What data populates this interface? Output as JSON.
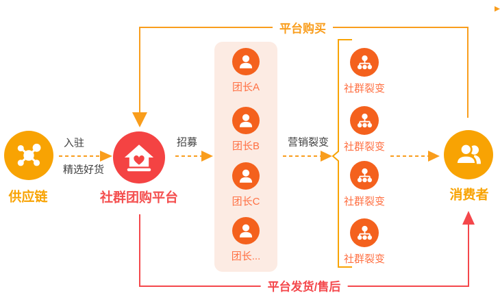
{
  "colors": {
    "amber": "#f8a303",
    "arrow_orange": "#f99d1c",
    "red_circle": "#f44343",
    "red_text": "#f44e4e",
    "line_red": "#f4474b",
    "deep_orange": "#f4611d",
    "light_orange": "#ff7043",
    "panel_bg": "#fcebe3",
    "dark_text": "#404040"
  },
  "nodes": {
    "supply": {
      "label": "供应链",
      "icon": "network-icon"
    },
    "platform": {
      "label": "社群团购平台",
      "icon": "home-heart-icon"
    },
    "leaders": [
      {
        "label": "团长A",
        "icon": "person-icon"
      },
      {
        "label": "团长B",
        "icon": "person-icon"
      },
      {
        "label": "团长C",
        "icon": "person-icon"
      },
      {
        "label": "团长...",
        "icon": "person-icon"
      }
    ],
    "fissions": [
      {
        "label": "社群裂变",
        "icon": "org-tree-icon"
      },
      {
        "label": "社群裂变",
        "icon": "org-tree-icon"
      },
      {
        "label": "社群裂变",
        "icon": "org-tree-icon"
      },
      {
        "label": "社群裂变",
        "icon": "org-tree-icon"
      }
    ],
    "consumer": {
      "label": "消费者",
      "icon": "people-icon"
    }
  },
  "edges": {
    "settle_in": {
      "label_top": "入驻",
      "label_bottom": "精选好货"
    },
    "recruit": {
      "label": "招募"
    },
    "marketing_fission": {
      "label": "营销裂变"
    },
    "platform_purchase": {
      "label": "平台购买"
    },
    "platform_delivery": {
      "label": "平台发货/售后"
    }
  }
}
